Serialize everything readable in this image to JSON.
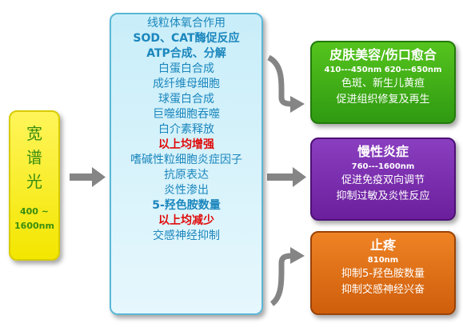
{
  "left": {
    "main": [
      "宽",
      "谱",
      "光"
    ],
    "range_lines": [
      "400 ~",
      "1600nm"
    ]
  },
  "center": {
    "lines": [
      "线粒体氧合作用",
      "SOD、CAT酶促反应",
      "ATP合成、分解",
      "白蛋白合成",
      "成纤维母细胞",
      "球蛋白合成",
      "巨噬细胞吞噬",
      "白介素释放",
      "以上均增强",
      "嗜碱性粒细胞炎症因子",
      "抗原表达",
      "炎性渗出",
      "5-羟色胺数量",
      "以上均减少",
      "交感神经抑制"
    ]
  },
  "right": [
    {
      "title": "皮肤美容/伤口愈合",
      "range": "410---450nm  620---650nm",
      "lines": [
        "色斑、新生儿黄疸",
        "促进组织修复及再生"
      ],
      "color": "#3aa816"
    },
    {
      "title": "慢性炎症",
      "range": "760---1600nm",
      "lines": [
        "促进免疫双向调节",
        "抑制过敏及炎性反应"
      ],
      "color": "#7a2eb0"
    },
    {
      "title": "止疼",
      "range": "810nm",
      "lines": [
        "抑制5-羟色胺数量",
        "抑制交感神经兴奋"
      ],
      "color": "#e0741a"
    }
  ],
  "arrow_color": "#858585"
}
